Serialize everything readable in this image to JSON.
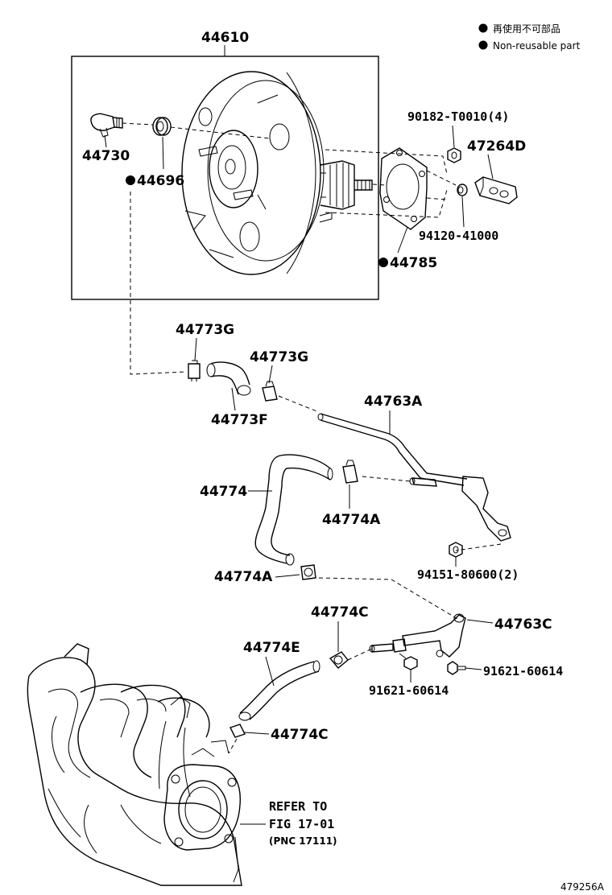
{
  "legend": {
    "japanese": "再使用不可部品",
    "english": "Non-reusable part"
  },
  "labels": {
    "booster": "44610",
    "check_valve": "44730",
    "grommet": "44696",
    "nut_90182": "90182-T0010(4)",
    "bracket_47264d": "47264D",
    "nut_94120": "94120-41000",
    "gasket_44785": "44785",
    "clip_44773g_left": "44773G",
    "clip_44773g_right": "44773G",
    "hose_44773f": "44773F",
    "pipe_44763a": "44763A",
    "hose_44774": "44774",
    "clip_44774a_top": "44774A",
    "clip_44774a_bottom": "44774A",
    "bolt_94151": "94151-80600(2)",
    "clip_44774c_top": "44774C",
    "pipe_44763c": "44763C",
    "hose_44774e": "44774E",
    "bolt_91621_right": "91621-60614",
    "bolt_91621_bottom": "91621-60614",
    "clip_44774c_bottom": "44774C"
  },
  "reference": {
    "line1": "REFER TO",
    "line2": "FIG 17-01",
    "line3": "(PNC 17111)"
  },
  "figure_id": "479256A"
}
